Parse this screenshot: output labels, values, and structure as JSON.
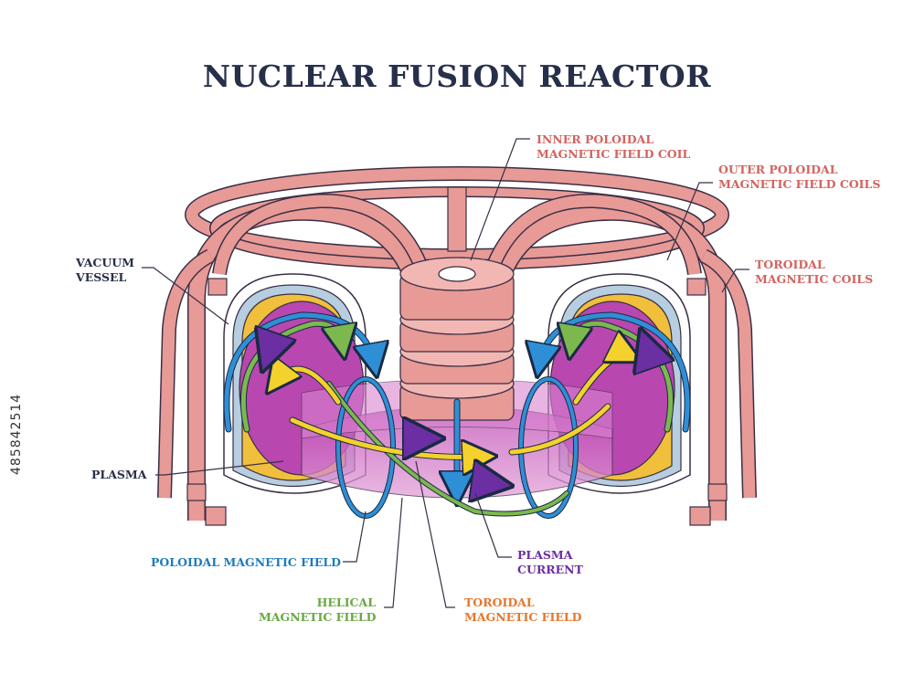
{
  "title": "NUCLEAR FUSION REACTOR",
  "labels": {
    "inner_poloidal": [
      "INNER POLOIDAL",
      "MAGNETIC FIELD COIL"
    ],
    "outer_poloidal": [
      "OUTER POLOIDAL",
      "MAGNETIC FIELD COILS"
    ],
    "toroidal_coils": [
      "TOROIDAL",
      "MAGNETIC COILS"
    ],
    "vacuum_vessel": [
      "VACUUM",
      "VESSEL"
    ],
    "plasma": "PLASMA",
    "poloidal_field": "POLOIDAL MAGNETIC FIELD",
    "helical_field": [
      "HELICAL",
      "MAGNETIC FIELD"
    ],
    "toroidal_field": [
      "TOROIDAL",
      "MAGNETIC FIELD"
    ],
    "plasma_current": [
      "PLASMA",
      "CURRENT"
    ]
  },
  "watermark_id": "485842514",
  "colors": {
    "coil": "#e89a96",
    "coil_stroke": "#3a2f45",
    "plasma": "#c15fb6",
    "vessel_gold": "#f0bf3c",
    "vessel_blue": "#b7cde0",
    "poloidal": "#2f8fd6",
    "helical": "#7cb84e",
    "toroidal": "#f4d12c",
    "current": "#6b2fa3"
  }
}
